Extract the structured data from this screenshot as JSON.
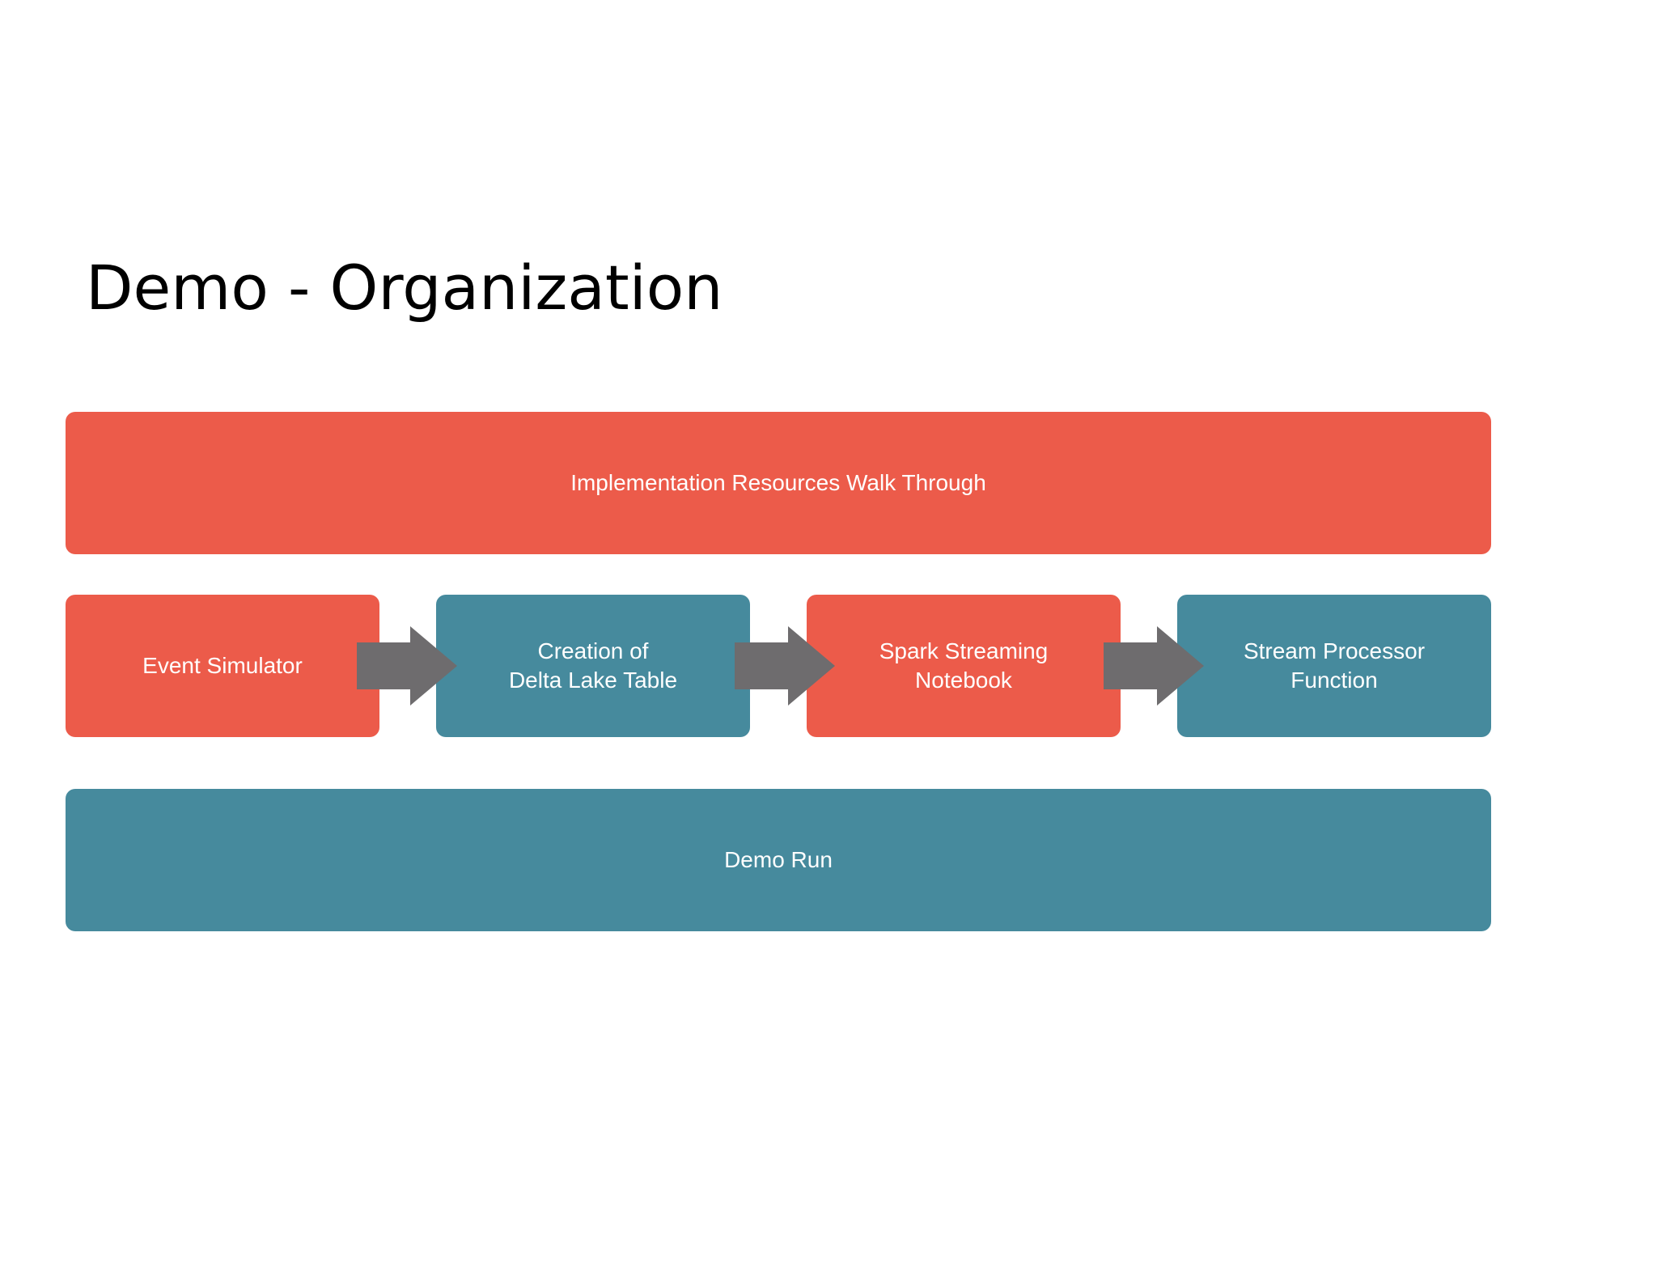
{
  "title": "Demo - Organization",
  "colors": {
    "coral": "#EC5B4A",
    "teal": "#468A9D",
    "arrow": "#6E6C6E",
    "title_text": "#000000",
    "box_text": "#FFFFFF"
  },
  "top_bar": {
    "label": "Implementation Resources Walk Through",
    "color": "coral"
  },
  "steps": [
    {
      "label": "Event Simulator",
      "color": "coral"
    },
    {
      "label": "Creation of\nDelta Lake Table",
      "color": "teal"
    },
    {
      "label": "Spark Streaming\nNotebook",
      "color": "coral"
    },
    {
      "label": "Stream Processor\nFunction",
      "color": "teal"
    }
  ],
  "bottom_bar": {
    "label": "Demo Run",
    "color": "teal"
  },
  "connector_icon": "right-arrow-icon"
}
